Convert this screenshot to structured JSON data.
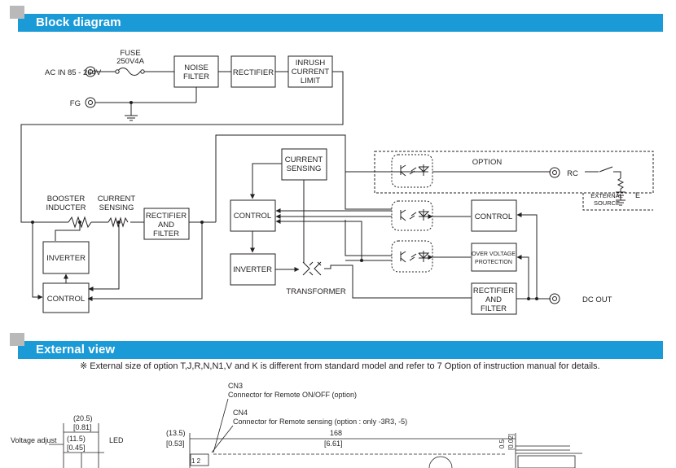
{
  "sections": {
    "block_diagram_title": "Block diagram",
    "external_view_title": "External view"
  },
  "block_diagram": {
    "ac_in": "AC IN 85 - 264V",
    "fg": "FG",
    "fuse_1": "FUSE",
    "fuse_2": "250V4A",
    "noise_filter_1": "NOISE",
    "noise_filter_2": "FILTER",
    "rectifier": "RECTIFIER",
    "inrush_1": "INRUSH",
    "inrush_2": "CURRENT",
    "inrush_3": "LIMIT",
    "booster_1": "BOOSTER",
    "booster_2": "INDUCTER",
    "current_sensing_1": "CURRENT",
    "current_sensing_2": "SENSING",
    "rect_filter_1": "RECTIFIER",
    "rect_filter_2": "AND",
    "rect_filter_3": "FILTER",
    "inverter": "INVERTER",
    "control": "CONTROL",
    "current_sensing_box_1": "CURRENT",
    "current_sensing_box_2": "SENSING",
    "transformer": "TRANSFORMER",
    "option": "OPTION",
    "rc": "RC",
    "external_source_1": "EXTERNAL",
    "external_source_2": "SOURCE",
    "e": "E",
    "ovp_1": "OVER VOLTAGE",
    "ovp_2": "PROTECTION",
    "dc_out": "DC OUT"
  },
  "external_view": {
    "note": "※ External size of option T,J,R,N,N1,V and K is different from standard model and refer to 7 Option of instruction manual for details.",
    "cn3": "CN3",
    "cn3_desc": "Connector for Remote ON/OFF (option)",
    "cn4": "CN4",
    "cn4_desc": "Connector for Remote sensing (option : only -3R3, -5)",
    "dim_20_5": "(20.5)",
    "dim_0_81": "[0.81]",
    "dim_11_5": "(11.5)",
    "dim_0_45": "[0.45]",
    "voltage_adjust": "Voltage adjust",
    "led": "LED",
    "dim_13_5": "(13.5)",
    "dim_0_53": "[0.53]",
    "dim_168": "168",
    "dim_6_61": "[6.61]",
    "dim_0_5": "0.5",
    "dim_0_02": "[0.02]",
    "pins": "1 2"
  }
}
